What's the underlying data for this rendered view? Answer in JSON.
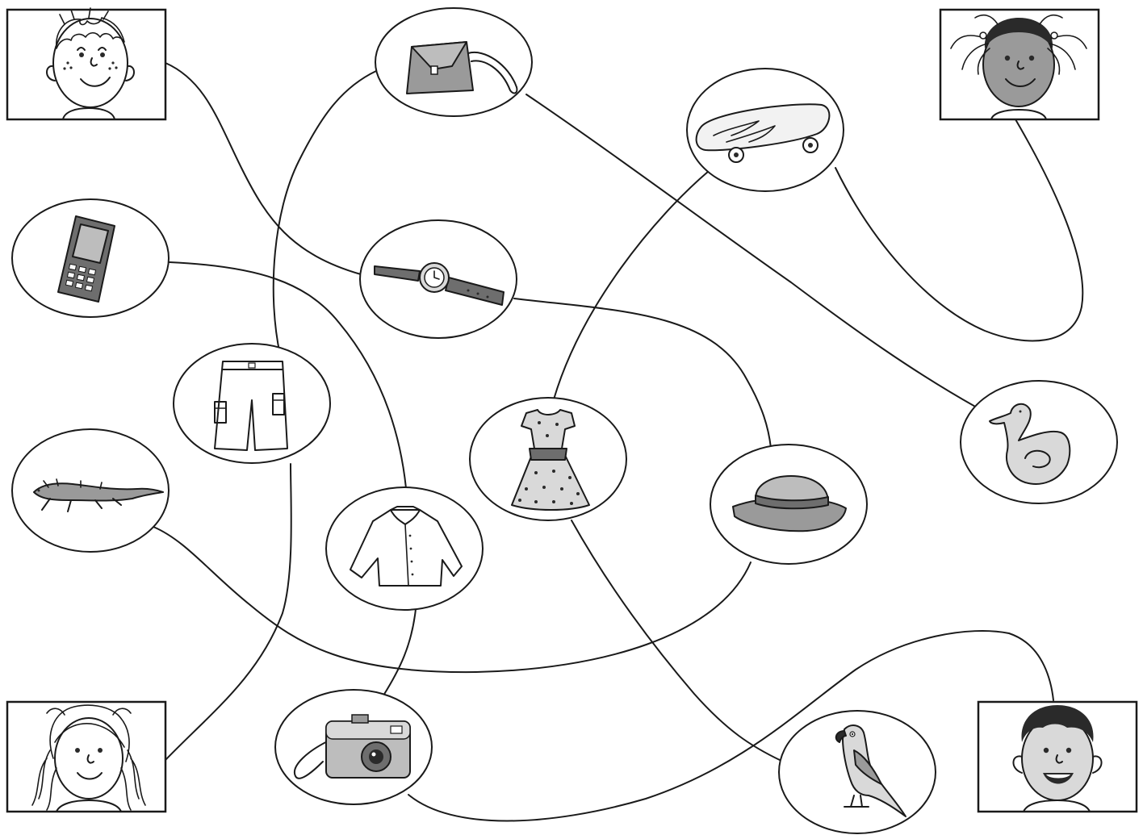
{
  "worksheet": {
    "type": "follow-the-lines matching puzzle",
    "children": [
      {
        "id": "boy-freckles",
        "icon": "freckled-boy-face"
      },
      {
        "id": "girl-braids",
        "icon": "girl-with-braids-face"
      },
      {
        "id": "girl-curly",
        "icon": "curly-haired-girl-face"
      },
      {
        "id": "boy-dark-hair",
        "icon": "dark-haired-boy-face"
      }
    ],
    "items": [
      {
        "id": "bag",
        "icon": "handbag-icon"
      },
      {
        "id": "skateboard",
        "icon": "skateboard-icon"
      },
      {
        "id": "phone",
        "icon": "mobile-phone-icon"
      },
      {
        "id": "watch",
        "icon": "wristwatch-icon"
      },
      {
        "id": "shorts",
        "icon": "shorts-icon"
      },
      {
        "id": "lizard",
        "icon": "lizard-icon"
      },
      {
        "id": "dress",
        "icon": "dress-icon"
      },
      {
        "id": "duck",
        "icon": "toy-duck-icon"
      },
      {
        "id": "hat",
        "icon": "hat-icon"
      },
      {
        "id": "shirt",
        "icon": "shirt-icon"
      },
      {
        "id": "camera",
        "icon": "camera-icon"
      },
      {
        "id": "parrot",
        "icon": "parrot-icon"
      }
    ],
    "connections": [
      [
        "boy-freckles",
        "watch"
      ],
      [
        "watch",
        "hat"
      ],
      [
        "hat",
        "lizard"
      ],
      [
        "girl-braids",
        "skateboard"
      ],
      [
        "skateboard",
        "dress"
      ],
      [
        "dress",
        "parrot"
      ],
      [
        "girl-curly",
        "shorts"
      ],
      [
        "shorts",
        "bag"
      ],
      [
        "bag",
        "duck"
      ],
      [
        "phone",
        "shirt"
      ],
      [
        "shirt",
        "camera"
      ],
      [
        "camera",
        "boy-dark-hair"
      ]
    ],
    "colors": {
      "ink": "#1a1a1a",
      "background": "#ffffff",
      "grey_fill": "#9a9a9a"
    }
  }
}
